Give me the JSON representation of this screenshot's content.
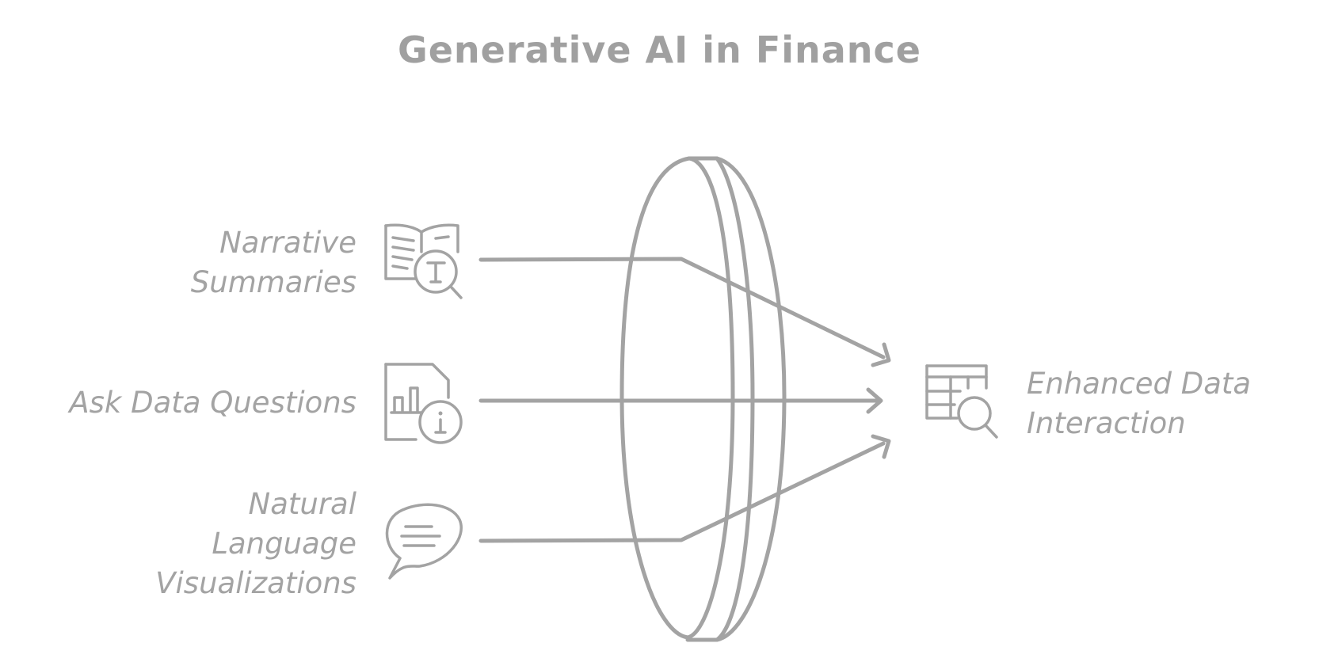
{
  "title": "Generative AI in Finance",
  "inputs": [
    {
      "label_lines": [
        "Narrative",
        "Summaries"
      ],
      "icon": "book-search-icon"
    },
    {
      "label_lines": [
        "Ask Data Questions"
      ],
      "icon": "document-chart-info-icon"
    },
    {
      "label_lines": [
        "Natural",
        "Language",
        "Visualizations"
      ],
      "icon": "speech-bubble-icon"
    }
  ],
  "output": {
    "label_lines": [
      "Enhanced Data",
      "Interaction"
    ],
    "icon": "table-search-icon"
  },
  "lens": {
    "icon": "lens-icon"
  },
  "colors": {
    "stroke": "#a3a3a3",
    "text": "#a3a3a3",
    "background": "#ffffff"
  }
}
